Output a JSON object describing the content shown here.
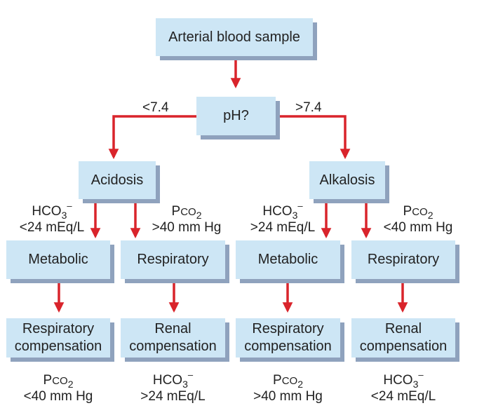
{
  "boxes": {
    "sample": "Arterial blood sample",
    "ph": "pH?",
    "acidosis": "Acidosis",
    "alkalosis": "Alkalosis",
    "metabolic_acid": "Metabolic",
    "respiratory_acid": "Respiratory",
    "metabolic_alk": "Metabolic",
    "respiratory_alk": "Respiratory",
    "comp1": [
      "Respiratory",
      "compensation"
    ],
    "comp2": [
      "Renal",
      "compensation"
    ],
    "comp3": [
      "Respiratory",
      "compensation"
    ],
    "comp4": [
      "Renal",
      "compensation"
    ]
  },
  "branch_labels": {
    "low": "<7.4",
    "high": ">7.4"
  },
  "criteria": {
    "acid_metabolic": {
      "chem": "HCO",
      "sub": "3",
      "sup": "–",
      "value": "<24 mEq/L"
    },
    "acid_respiratory": {
      "chem_P": "P",
      "chem_co": "CO",
      "sub": "2",
      "value": ">40 mm Hg"
    },
    "alk_metabolic": {
      "chem": "HCO",
      "sub": "3",
      "sup": "–",
      "value": ">24 mEq/L"
    },
    "alk_respiratory": {
      "chem_P": "P",
      "chem_co": "CO",
      "sub": "2",
      "value": "<40 mm Hg"
    }
  },
  "results": {
    "r1": {
      "chem_P": "P",
      "chem_co": "CO",
      "sub": "2",
      "value": "<40 mm Hg"
    },
    "r2": {
      "chem": "HCO",
      "sub": "3",
      "sup": "–",
      "value": ">24 mEq/L"
    },
    "r3": {
      "chem_P": "P",
      "chem_co": "CO",
      "sub": "2",
      "value": ">40 mm Hg"
    },
    "r4": {
      "chem": "HCO",
      "sub": "3",
      "sup": "–",
      "value": "<24 mEq/L"
    }
  },
  "colors": {
    "box_fill": "#cde6f5",
    "box_shadow": "#8fa2bd",
    "arrow": "#d9242b"
  }
}
